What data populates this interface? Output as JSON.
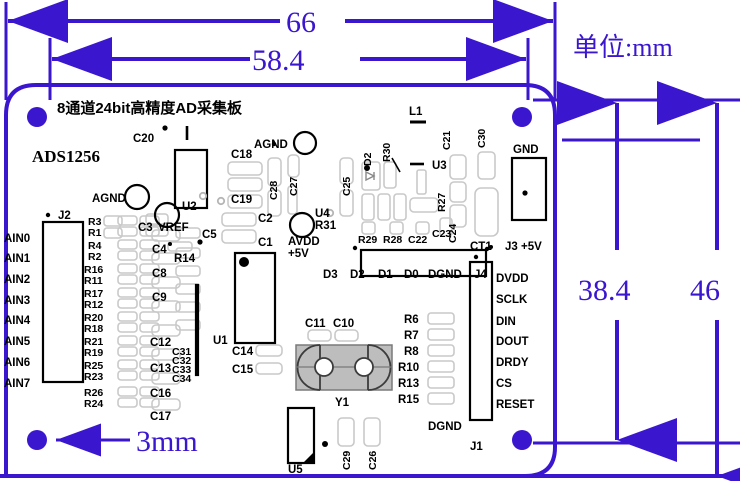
{
  "diagram": {
    "type": "pcb-dimension-drawing",
    "unit_note": "单位:mm",
    "accent_color": "#3b16cf",
    "board_title": "8通道24bit高精度AD采集板",
    "main_chip": "ADS1256"
  },
  "dimensions": {
    "top_outer": "66",
    "top_inner": "58.4",
    "right_inner": "38.4",
    "right_outer": "46",
    "hole_note": "3mm"
  },
  "connectors": {
    "j2": {
      "ref": "J2",
      "pins": [
        "AIN0",
        "AIN1",
        "AIN2",
        "AIN3",
        "AIN4",
        "AIN5",
        "AIN6",
        "AIN7"
      ]
    },
    "j1": {
      "ref": "J1",
      "pins": [
        "DVDD",
        "SCLK",
        "DIN",
        "DOUT",
        "DRDY",
        "CS",
        "RESET"
      ],
      "gnd_label": "DGND"
    },
    "j4": {
      "ref": "J4",
      "pins": [
        "D3",
        "D2",
        "D1",
        "D0",
        "DGND"
      ]
    },
    "j3": {
      "ref": "J3 +5V",
      "gnd_label": "GND"
    }
  },
  "nets": {
    "agnd_top": "AGND",
    "agnd_left": "AGND",
    "vref": "VREF",
    "avdd": "AVDD",
    "avdd_v": "+5V"
  },
  "resistors_left": [
    "R3",
    "R1",
    "R4",
    "R2",
    "R16",
    "R11",
    "R17",
    "R12",
    "R20",
    "R18",
    "R21",
    "R19",
    "R25",
    "R23",
    "R26",
    "R24"
  ],
  "caps_left": [
    "C4",
    "C8",
    "C9",
    "C12",
    "C13",
    "C16",
    "C17"
  ],
  "caps_c3_group": [
    "C3"
  ],
  "caps_mid_col": [
    "C31",
    "C32",
    "C33",
    "C34"
  ],
  "resistors_right": [
    "R6",
    "R7",
    "R8",
    "R10",
    "R13",
    "R15"
  ],
  "misc_refs": {
    "c20": "C20",
    "u2": "U2",
    "c18": "C18",
    "c19": "C19",
    "c28": "C28",
    "c27": "C27",
    "c25": "C25",
    "c2": "C2",
    "c1": "C1",
    "c5": "C5",
    "r14": "R14",
    "u4": "U4",
    "r31": "R31",
    "u1": "U1",
    "c14": "C14",
    "c15": "C15",
    "c11": "C11",
    "c10": "C10",
    "y1": "Y1",
    "u5": "U5",
    "c29": "C29",
    "c26": "C26",
    "l1": "L1",
    "d2": "D2",
    "r30": "R30",
    "u3": "U3",
    "r29": "R29",
    "r28": "R28",
    "c22": "C22",
    "c23": "C23",
    "c24": "C24",
    "c21": "C21",
    "c30": "C30",
    "r27": "R27",
    "ct1": "CT1"
  }
}
